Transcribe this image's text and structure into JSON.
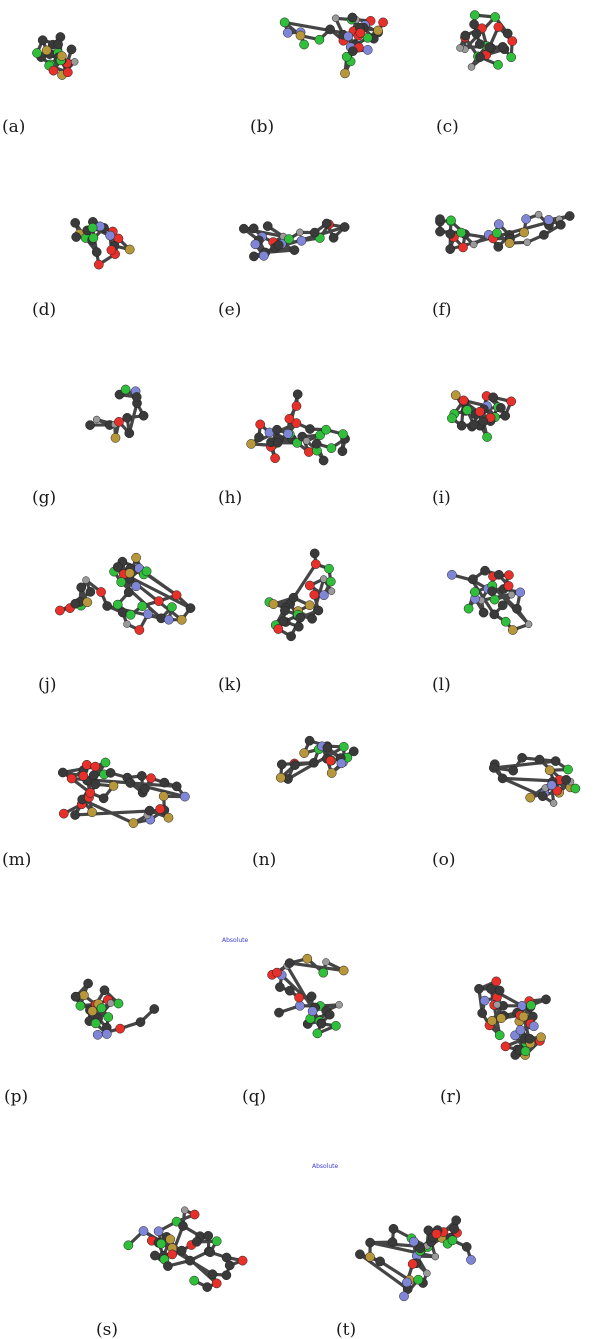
{
  "figure": {
    "panels": [
      {
        "label": "(a)",
        "annotation": ""
      },
      {
        "label": "(b)",
        "annotation": ""
      },
      {
        "label": "(c)",
        "annotation": ""
      },
      {
        "label": "(d)",
        "annotation": ""
      },
      {
        "label": "(e)",
        "annotation": ""
      },
      {
        "label": "(f)",
        "annotation": ""
      },
      {
        "label": "(g)",
        "annotation": ""
      },
      {
        "label": "(h)",
        "annotation": ""
      },
      {
        "label": "(i)",
        "annotation": ""
      },
      {
        "label": "(j)",
        "annotation": ""
      },
      {
        "label": "(k)",
        "annotation": ""
      },
      {
        "label": "(l)",
        "annotation": ""
      },
      {
        "label": "(m)",
        "annotation": ""
      },
      {
        "label": "(n)",
        "annotation": ""
      },
      {
        "label": "(o)",
        "annotation": ""
      },
      {
        "label": "(p)",
        "annotation": "Absolute"
      },
      {
        "label": "(q)",
        "annotation": ""
      },
      {
        "label": "(r)",
        "annotation": ""
      },
      {
        "label": "(s)",
        "annotation": "Absolute"
      },
      {
        "label": "(t)",
        "annotation": ""
      }
    ],
    "atom_colors": {
      "carbon": "#3a3a3a",
      "oxygen": "#e8302a",
      "nitrogen": "#7f86d8",
      "sulfur": "#b8963a",
      "highlight": "#2fbf3a",
      "hydrogen": "#9a9a9a"
    }
  }
}
